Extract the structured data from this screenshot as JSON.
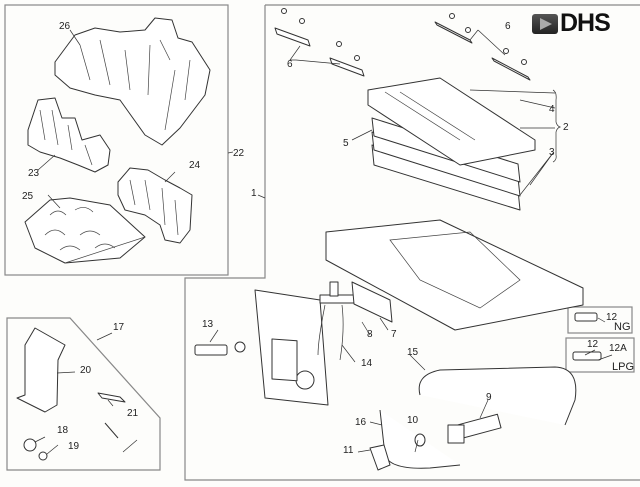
{
  "brand": {
    "name": "DHS",
    "icon": "arrow-logo-icon"
  },
  "diagram": {
    "type": "exploded-parts-diagram",
    "callouts": {
      "c1": "1",
      "c2": "2",
      "c3": "3",
      "c4": "4",
      "c5": "5",
      "c6a": "6",
      "c6b": "6",
      "c7": "7",
      "c8": "8",
      "c9": "9",
      "c10": "10",
      "c11": "11",
      "c12a": "12",
      "c12b": "12",
      "c12A": "12A",
      "c13": "13",
      "c14": "14",
      "c15": "15",
      "c16": "16",
      "c17": "17",
      "c18": "18",
      "c19": "19",
      "c20": "20",
      "c21": "21",
      "c22": "22",
      "c23": "23",
      "c24": "24",
      "c25": "25",
      "c26": "26"
    },
    "gas_types": {
      "ng": "NG",
      "lpg": "LPG"
    },
    "groups": [
      {
        "id": "log-set",
        "callout": "22",
        "parts": [
          "23",
          "24",
          "25",
          "26"
        ]
      },
      {
        "id": "burner-assembly",
        "callout": "1",
        "parts": [
          "2",
          "3",
          "4",
          "5",
          "6"
        ]
      },
      {
        "id": "hardware-kit",
        "callout": "17",
        "parts": [
          "18",
          "19",
          "20",
          "21"
        ]
      },
      {
        "id": "gas-controls",
        "parts": [
          "7",
          "8",
          "9",
          "10",
          "11",
          "12",
          "12A",
          "13",
          "14",
          "15",
          "16"
        ]
      }
    ]
  }
}
